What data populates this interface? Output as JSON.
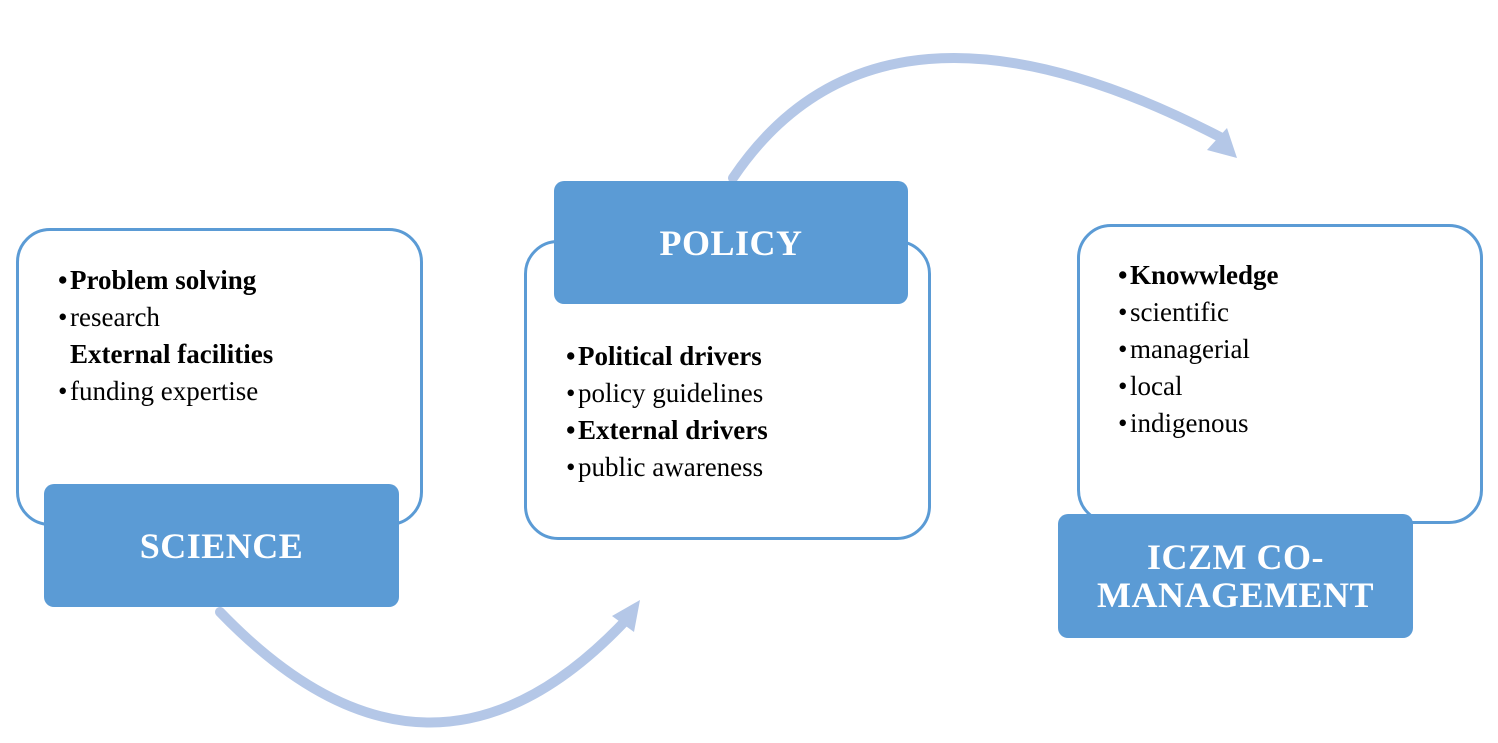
{
  "colors": {
    "accent": "#5b9bd5",
    "arrow": "#b4c7e7",
    "text": "#000000"
  },
  "science": {
    "label": "SCIENCE",
    "items": [
      {
        "text": "Problem solving",
        "bold": true,
        "bullet": "•"
      },
      {
        "text": "research",
        "bold": false,
        "bullet": "•"
      },
      {
        "text": "External facilities",
        "bold": true,
        "bullet": ""
      },
      {
        "text": "funding expertise",
        "bold": false,
        "bullet": "•"
      }
    ]
  },
  "policy": {
    "label": "POLICY",
    "items": [
      {
        "text": "Political drivers",
        "bold": true,
        "bullet": "•"
      },
      {
        "text": "policy guidelines",
        "bold": false,
        "bullet": "•"
      },
      {
        "text": "External drivers",
        "bold": true,
        "bullet": "•"
      },
      {
        "text": "public awareness",
        "bold": false,
        "bullet": "•"
      }
    ]
  },
  "iczm": {
    "label_line1": "ICZM CO-",
    "label_line2": "MANAGEMENT",
    "items": [
      {
        "text": "Knowwledge",
        "bold": true,
        "bullet": "•"
      },
      {
        "text": "scientific",
        "bold": false,
        "bullet": "•"
      },
      {
        "text": "managerial",
        "bold": false,
        "bullet": "•"
      },
      {
        "text": "local",
        "bold": false,
        "bullet": "•"
      },
      {
        "text": "indigenous",
        "bold": false,
        "bullet": "•"
      }
    ]
  }
}
